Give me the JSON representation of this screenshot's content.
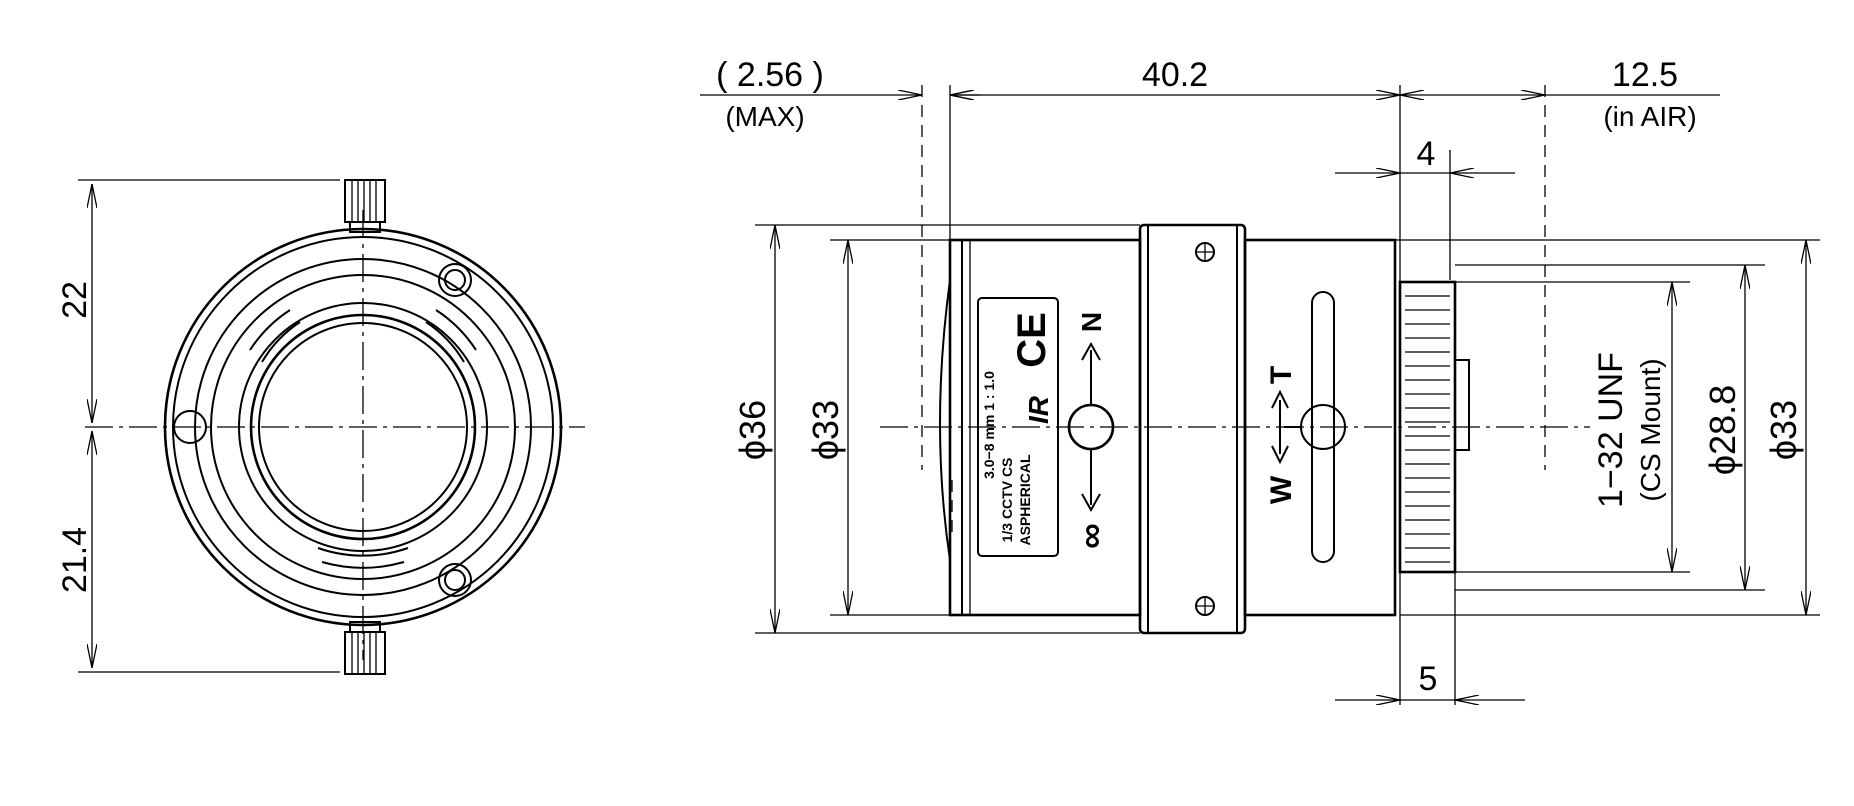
{
  "front_view": {
    "dim_upper": "22",
    "dim_lower": "21.4"
  },
  "side_view": {
    "dim_max": "( 2.56 )",
    "dim_max_note": "(MAX)",
    "dim_body_length": "40.2",
    "dim_back_focus": "12.5",
    "dim_back_focus_note": "(in AIR)",
    "dim_flange": "4",
    "dim_mount_depth": "5",
    "dim_outer_dia": "ϕ36",
    "dim_front_dia": "ϕ33",
    "dim_thread": "1−32 UNF",
    "dim_thread_note": "(CS Mount)",
    "dim_mount_dia": "ϕ28.8",
    "dim_rear_dia": "ϕ33"
  },
  "lens_label": {
    "line1": "3.0−8 mm  1 : 1.0",
    "line2": "1/3 CCTV CS",
    "line3": "ASPHERICAL",
    "ce_mark": "CE",
    "ir_mark": "IR"
  },
  "focus_ring": {
    "near": "N",
    "far": "∞"
  },
  "zoom_lever": {
    "tele": "T",
    "wide": "W"
  }
}
